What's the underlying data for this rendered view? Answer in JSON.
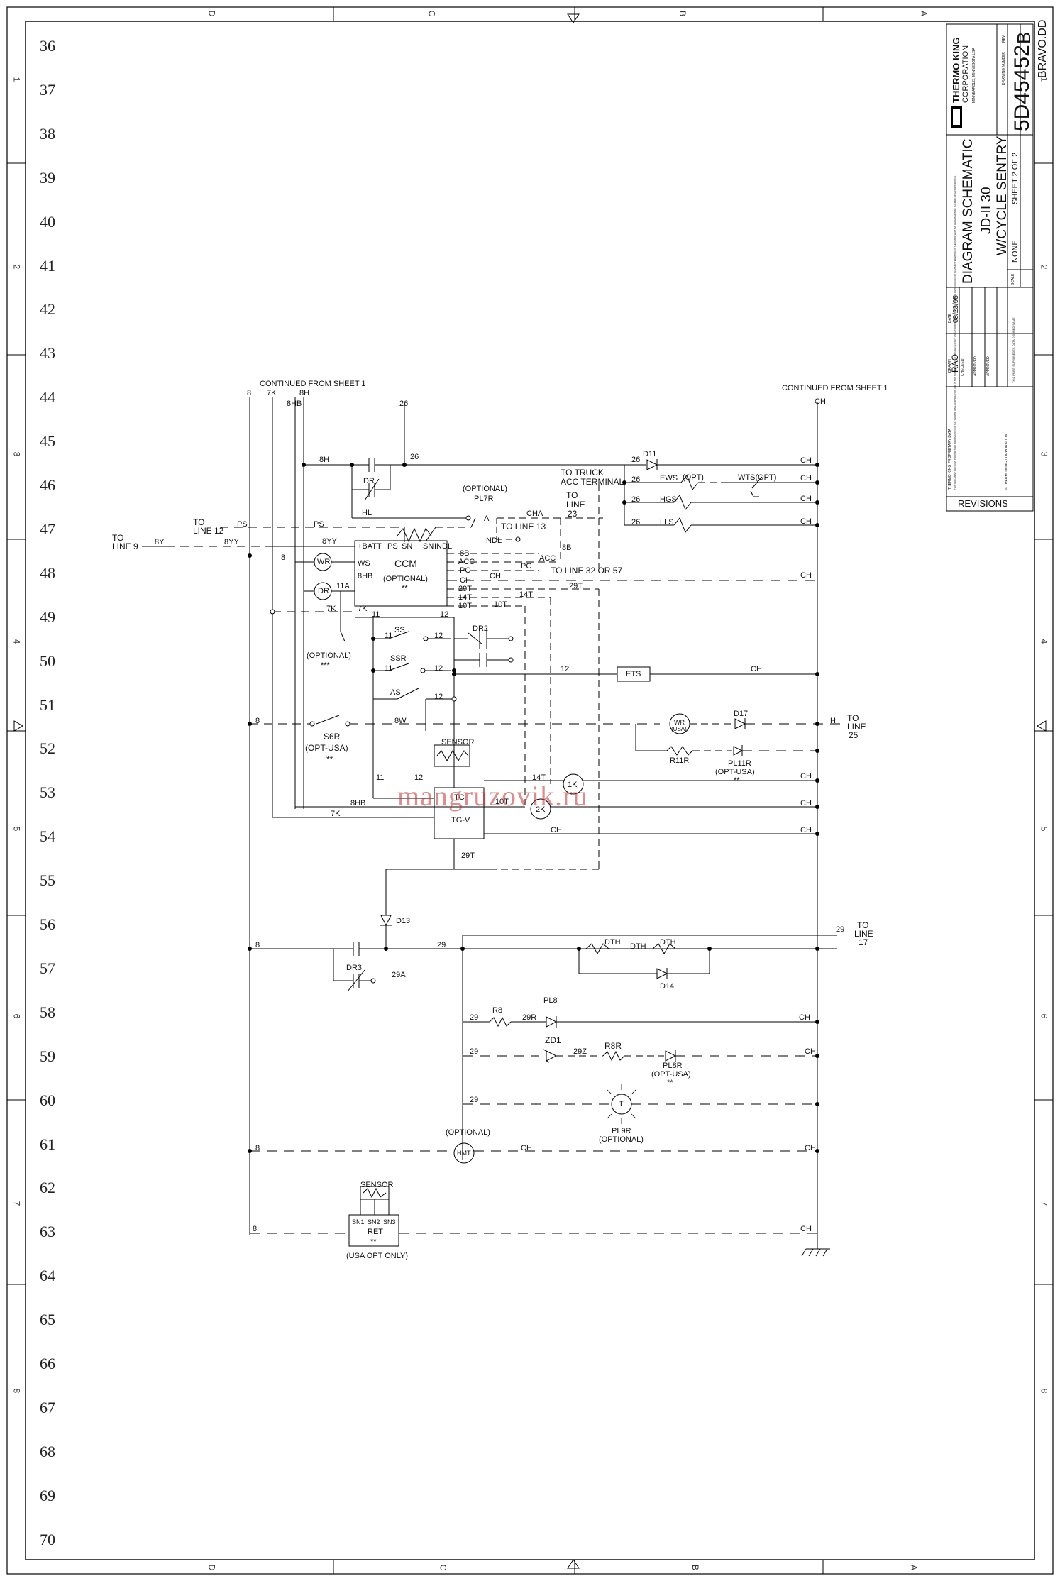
{
  "line_numbers": [
    "36",
    "37",
    "38",
    "39",
    "40",
    "41",
    "42",
    "43",
    "44",
    "45",
    "46",
    "47",
    "48",
    "49",
    "50",
    "51",
    "52",
    "53",
    "54",
    "55",
    "56",
    "57",
    "58",
    "59",
    "60",
    "61",
    "62",
    "63",
    "64",
    "65",
    "66",
    "67",
    "68",
    "69",
    "70"
  ],
  "zones": {
    "top": [
      "D",
      "C",
      "B",
      "A"
    ],
    "bottom": [
      "D",
      "C",
      "B",
      "A"
    ],
    "left": [
      "1",
      "2",
      "3",
      "4",
      "5",
      "6",
      "7",
      "8"
    ],
    "right": [
      "1",
      "2",
      "3",
      "4",
      "5",
      "6",
      "7",
      "8"
    ]
  },
  "watermark": "mangruzovik.ru",
  "title_block": {
    "company": "THERMO KING",
    "corporation": "CORPORATION",
    "location": "MINNEAPOLIS, MINNESOTA USA",
    "drawing_number_label": "DRAWING NUMBER",
    "drawing_number": "5D45452",
    "rev_label": "REV",
    "rev": "B",
    "file_name": "BRAVO.DD",
    "title_line1": "DIAGRAM SCHEMATIC",
    "title_line2": "JD-II 30",
    "title_line3": "W/CYCLE SENTRY",
    "scale_label": "SCALE",
    "scale": "NONE",
    "sheet": "SHEET 2 OF 2",
    "drawn_label": "DRAWN",
    "drawn_by": "RAO",
    "date_label": "DATE",
    "date": "08/23/95",
    "checked_label": "CHECKED",
    "approved_label": "APPROVED",
    "approved2_label": "APPROVED",
    "print_note": "THIS PRINT SUPERSEDES DATA DEFINED SAME",
    "proprietary_title": "THERMO KING PROPRIETARY DATA",
    "proprietary_text": "THIS DOCUMENT CONTAINS PROPRIETARY INFORMATION OF THE THERMO KING CORPORATION AND IS NOT TO BE DISCLOSED OR USED EXCEPT AS AUTHORIZED. CONTENTS MAY NOT BE REPRODUCED OR TRANSMITTED WITHOUT THE PRIOR WRITTEN PERMISSION OF THERMO KING CORPORATION.",
    "copyright": "© THERMO KING CORPORATION",
    "revisions": "REVISIONS"
  },
  "labels": {
    "continued_left": "CONTINUED FROM SHEET 1",
    "continued_right": "CONTINUED FROM SHEET 1",
    "w8": "8",
    "w7k": "7K",
    "w8hb": "8HB",
    "w8h": "8H",
    "w26": "26",
    "wch_top": "CH",
    "to_line9": "TO LINE 9",
    "w8y": "8Y",
    "to_line12": "TO LINE 12",
    "w8yy": "8YY",
    "wps": "PS",
    "wps2": "PS",
    "w8h_l": "8H",
    "w26_l": "26",
    "dr": "DR",
    "hl": "HL",
    "optional_pl7r": "(OPTIONAL)",
    "pl7r": "PL7R",
    "cha": "CHA",
    "indl": "INDL",
    "to_line13": "TO LINE 13",
    "to_truck": "TO TRUCK",
    "acc_terminal": "ACC TERMINAL",
    "to_line23a": "TO",
    "to_line23b": "LINE",
    "to_line23c": "23",
    "d11": "D11",
    "ews": "EWS",
    "opt_ews": "(OPT)",
    "wts": "WTS(OPT)",
    "hgs": "HGS",
    "lls": "LLS",
    "ch_d11": "CH",
    "ch_ews": "CH",
    "ch_hgs": "CH",
    "ch_lls": "CH",
    "w26_d11": "26",
    "w26_ews": "26",
    "w26_hgs": "26",
    "w26_lls": "26",
    "w8yy_ccm": "8YY",
    "w8_wr": "8",
    "ccm_batt": "+BATT",
    "ccm_ps": "PS",
    "ccm_sn": "SN",
    "ccm_sn2": "SN",
    "ccm_indl": "INDL",
    "ccm_ws": "WS",
    "ccm_8hb": "8HB",
    "ccm": "CCM",
    "ccm_opt": "(OPTIONAL)",
    "ccm_stars": "**",
    "ccm_8b": "8B",
    "ccm_acc": "ACC",
    "ccm_pc": "PC",
    "ccm_ch": "CH",
    "ccm_29t": "29T",
    "ccm_14t": "14T",
    "ccm_10t": "10T",
    "w8b": "8B",
    "wacc": "ACC",
    "wpc": "PC",
    "to_line32": "TO LINE 32 OR 57",
    "wch_ccm": "CH",
    "w29t": "29T",
    "w14t": "14T",
    "w10t": "10T",
    "wr": "WR",
    "dr_coil": "DR",
    "w11a": "11A",
    "w7k_b": "7K",
    "w7k_c": "7K",
    "w11": "11",
    "w12": "12",
    "ss": "SS",
    "ssr": "SSR",
    "dr2": "DR2",
    "as": "AS",
    "w11_ss": "11",
    "w12_ss": "12",
    "w11_ssr": "11",
    "w12_ssr": "12",
    "w12_as": "12",
    "opt_stars3": "(OPTIONAL)",
    "stars3": "***",
    "w12_ets": "12",
    "ets": "ETS",
    "ch_ets": "CH",
    "w8_s6r": "8",
    "s6r": "S6R",
    "s6r_opt": "(OPT-USA)",
    "s6r_stars": "**",
    "w8w": "8W",
    "wr_usa": "WR",
    "wr_usa2": "(USA)",
    "d17": "D17",
    "h": "H",
    "to_line25a": "TO",
    "to_line25b": "LINE",
    "to_line25c": "25",
    "r11r": "R11R",
    "pl11r": "PL11R",
    "pl11r_opt": "(OPT-USA)",
    "pl11r_stars": "**",
    "sensor": "SENSOR",
    "w11_tc": "11",
    "w12_tc": "12",
    "w14t_tc": "14T",
    "w10t_tc": "10T",
    "tc": "TC",
    "tg": "TG-V",
    "w1k": "1K",
    "w2k": "2K",
    "ch_1k": "CH",
    "ch_2k": "CH",
    "ch_tg": "CH",
    "w8hb_b": "8HB",
    "w7k_d": "7K",
    "w29t_b": "29T",
    "d13": "D13",
    "w8_dr3": "8",
    "dr3": "DR3",
    "w29a": "29A",
    "w29": "29",
    "w29_line": "29",
    "to_line17a": "TO",
    "to_line17b": "LINE",
    "to_line17c": "17",
    "dth1": "DTH",
    "dth2": "DTH",
    "dth3": "DTH",
    "d14": "D14",
    "w29_pl8": "29",
    "r8": "R8",
    "w29r": "29R",
    "pl8": "PL8",
    "ch_pl8": "CH",
    "w29_zd": "29",
    "zd1": "ZD1",
    "w29z": "29Z",
    "r8r": "R8R",
    "pl8r": "PL8R",
    "pl8r_opt": "(OPT-USA)",
    "pl8r_stars": "**",
    "ch_pl8r": "CH",
    "w29_pl9": "29",
    "pl9r": "PL9R",
    "pl9r_opt": "(OPTIONAL)",
    "t": "T",
    "hmt_opt": "(OPTIONAL)",
    "w8_hmt": "8",
    "hmt": "HMT",
    "ch_hmt": "CH",
    "sensor2": "SENSOR",
    "w8_ret": "8",
    "sn1": "SN1",
    "sn2": "SN2",
    "sn3": "SN3",
    "ret": "RET",
    "ret_stars": "**",
    "ret_opt": "(USA OPT ONLY)",
    "ch_ret": "CH",
    "a_meter": "A"
  }
}
